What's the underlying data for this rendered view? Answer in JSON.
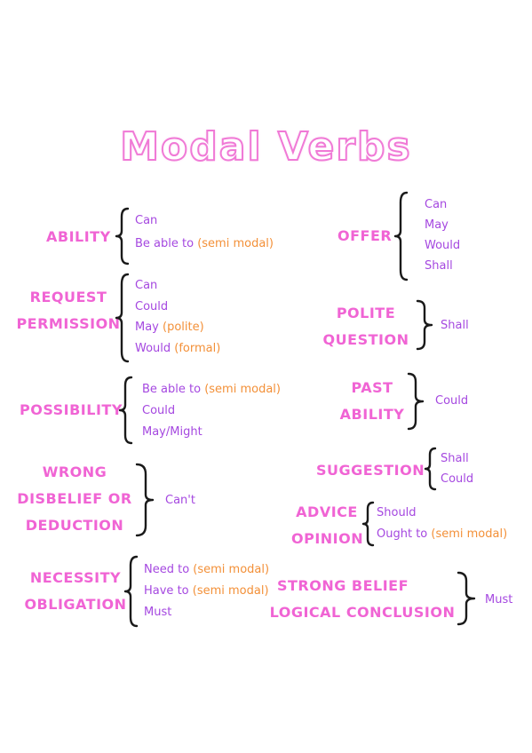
{
  "title": "Modal Verbs",
  "categories": [
    {
      "id": "ability",
      "label_lines": [
        "ABILITY"
      ],
      "items": [
        {
          "text": "Can",
          "note": ""
        },
        {
          "text": "Be able to ",
          "note": "(semi modal)"
        }
      ]
    },
    {
      "id": "request-permission",
      "label_lines": [
        "REQUEST",
        "PERMISSION"
      ],
      "items": [
        {
          "text": "Can",
          "note": ""
        },
        {
          "text": "Could",
          "note": ""
        },
        {
          "text": "May ",
          "note": "(polite)"
        },
        {
          "text": "Would ",
          "note": "(formal)"
        }
      ]
    },
    {
      "id": "possibility",
      "label_lines": [
        "POSSIBILITY"
      ],
      "items": [
        {
          "text": "Be able to ",
          "note": "(semi modal)"
        },
        {
          "text": "Could",
          "note": ""
        },
        {
          "text": "May/Might",
          "note": ""
        }
      ]
    },
    {
      "id": "wrong-disbelief-deduction",
      "label_lines": [
        "WRONG",
        "DISBELIEF OR",
        "DEDUCTION"
      ],
      "items": [
        {
          "text": "Can't",
          "note": ""
        }
      ]
    },
    {
      "id": "necessity-obligation",
      "label_lines": [
        "NECESSITY",
        "OBLIGATION"
      ],
      "items": [
        {
          "text": "Need to ",
          "note": "(semi modal)"
        },
        {
          "text": "Have to ",
          "note": "(semi modal)"
        },
        {
          "text": "Must",
          "note": ""
        }
      ]
    },
    {
      "id": "offer",
      "label_lines": [
        "OFFER"
      ],
      "items": [
        {
          "text": "Can",
          "note": ""
        },
        {
          "text": "May",
          "note": ""
        },
        {
          "text": "Would",
          "note": ""
        },
        {
          "text": "Shall",
          "note": ""
        }
      ]
    },
    {
      "id": "polite-question",
      "label_lines": [
        "POLITE",
        "QUESTION"
      ],
      "items": [
        {
          "text": "Shall",
          "note": ""
        }
      ]
    },
    {
      "id": "past-ability",
      "label_lines": [
        "PAST",
        "ABILITY"
      ],
      "items": [
        {
          "text": "Could",
          "note": ""
        }
      ]
    },
    {
      "id": "suggestion",
      "label_lines": [
        "SUGGESTION"
      ],
      "items": [
        {
          "text": "Shall",
          "note": ""
        },
        {
          "text": "Could",
          "note": ""
        }
      ]
    },
    {
      "id": "advice-opinion",
      "label_lines": [
        "ADVICE",
        "OPINION"
      ],
      "items": [
        {
          "text": "Should",
          "note": ""
        },
        {
          "text": "Ought to ",
          "note": "(semi modal)"
        }
      ]
    },
    {
      "id": "strong-belief-logical-conclusion",
      "label_lines": [
        "STRONG BELIEF",
        "LOGICAL CONCLUSION"
      ],
      "items": [
        {
          "text": "Must",
          "note": ""
        }
      ]
    }
  ]
}
